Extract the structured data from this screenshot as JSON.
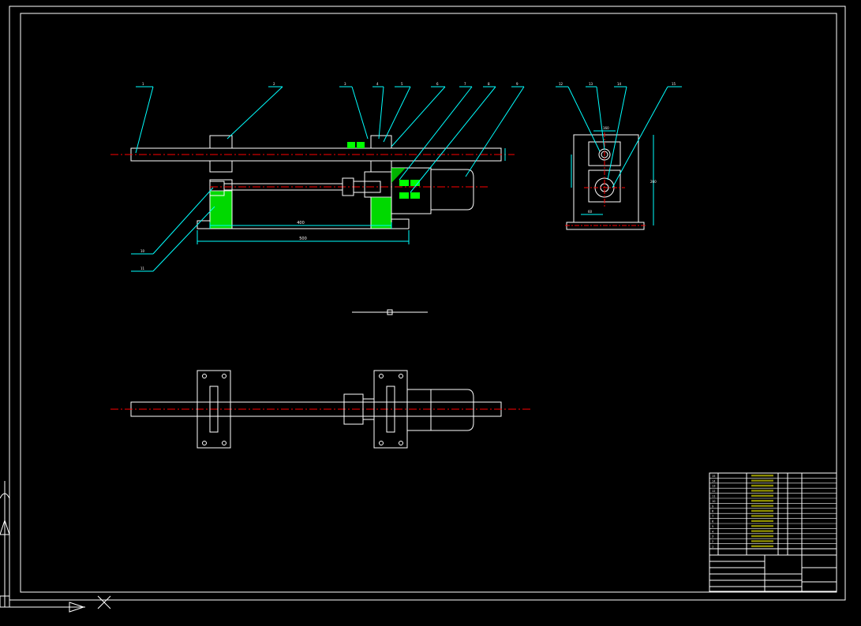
{
  "drawing": {
    "frame_color": "#ffffff",
    "part_color": "#ffffff",
    "leader_color": "#00ffff",
    "centerline_color": "#ff0000",
    "hatch_color": "#00ff00",
    "note_color": "#ffff00"
  },
  "front_view": {
    "balloons": [
      "1",
      "2",
      "3",
      "4",
      "5",
      "6",
      "7",
      "8",
      "9",
      "10",
      "11"
    ],
    "dims": [
      "400",
      "500"
    ]
  },
  "side_view": {
    "balloons": [
      "12",
      "13",
      "14",
      "15"
    ],
    "dims": [
      "160",
      "260",
      "60"
    ]
  },
  "parts_list": {
    "rows": [
      {
        "no": "15",
        "name": "",
        "qty": "",
        "note": ""
      },
      {
        "no": "14",
        "name": "",
        "qty": "",
        "note": ""
      },
      {
        "no": "13",
        "name": "",
        "qty": "",
        "note": ""
      },
      {
        "no": "12",
        "name": "",
        "qty": "",
        "note": ""
      },
      {
        "no": "11",
        "name": "",
        "qty": "",
        "note": ""
      },
      {
        "no": "10",
        "name": "",
        "qty": "",
        "note": ""
      },
      {
        "no": "9",
        "name": "",
        "qty": "",
        "note": ""
      },
      {
        "no": "8",
        "name": "",
        "qty": "",
        "note": ""
      },
      {
        "no": "7",
        "name": "",
        "qty": "",
        "note": ""
      },
      {
        "no": "6",
        "name": "",
        "qty": "",
        "note": ""
      },
      {
        "no": "5",
        "name": "",
        "qty": "",
        "note": ""
      },
      {
        "no": "4",
        "name": "",
        "qty": "",
        "note": ""
      },
      {
        "no": "3",
        "name": "",
        "qty": "",
        "note": ""
      },
      {
        "no": "2",
        "name": "",
        "qty": "",
        "note": ""
      },
      {
        "no": "1",
        "name": "",
        "qty": "",
        "note": ""
      }
    ]
  }
}
